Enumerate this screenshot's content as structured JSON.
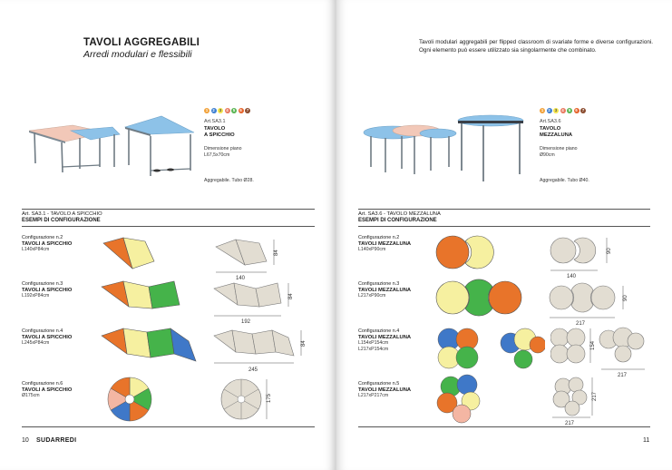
{
  "left": {
    "title": "TAVOLI AGGREGABILI",
    "subtitle": "Arredi modulari e flessibili",
    "product": {
      "art": "Art.SA3.1",
      "name_line1": "TAVOLO",
      "name_line2": "A SPICCHIO",
      "dim_label": "Dimensione piano",
      "dim_value": "L67,5x70cm",
      "note": "Aggregabile. Tubo Ø28."
    },
    "section_art": "Art. SA3.1 - TAVOLO A SPICCHIO",
    "section_title": "ESEMPI DI CONFIGURAZIONE",
    "configs": [
      {
        "label": "Configurazione n.2",
        "name": "TAVOLI A SPICCHIO",
        "dims": "L140xP84cm",
        "dim_w": "140",
        "dim_h": "84"
      },
      {
        "label": "Configurazione n.3",
        "name": "TAVOLI A SPICCHIO",
        "dims": "L192xP84cm",
        "dim_w": "192",
        "dim_h": "84"
      },
      {
        "label": "Configurazione n.4",
        "name": "TAVOLI A SPICCHIO",
        "dims": "L245xP84cm",
        "dim_w": "245",
        "dim_h": "84"
      },
      {
        "label": "Configurazione n.6",
        "name": "TAVOLI A SPICCHIO",
        "dims": "Ø175cm",
        "dim_h": "175"
      }
    ],
    "page_number": "10",
    "brand": "SUDARREDI"
  },
  "right": {
    "intro": "Tavoli modulari aggregabili per flipped classroom di svariate forme e diverse configurazioni. Ogni elemento può essere utilizzato sia singolarmente che combinato.",
    "product": {
      "art": "Art.SA3.6",
      "name_line1": "TAVOLO",
      "name_line2": "MEZZALUNA",
      "dim_label": "Dimensione piano",
      "dim_value": "Ø90cm",
      "note": "Aggregabile. Tubo Ø40."
    },
    "section_art": "Art. SA3.6 - TAVOLO MEZZALUNA",
    "section_title": "ESEMPI DI CONFIGURAZIONE",
    "configs": [
      {
        "label": "Configurazione n.2",
        "name": "TAVOLI MEZZALUNA",
        "dims": "L140xP90cm",
        "dim_w": "140",
        "dim_h": "90"
      },
      {
        "label": "Configurazione n.3",
        "name": "TAVOLI MEZZALUNA",
        "dims": "L217xP90cm",
        "dim_w": "217",
        "dim_h": "90"
      },
      {
        "label": "Configurazione n.4",
        "name": "TAVOLI MEZZALUNA",
        "dims": "L154xP154cm",
        "dims2": "L217xP154cm",
        "dim_w": "217",
        "dim_h": "154"
      },
      {
        "label": "Configurazione n.5",
        "name": "TAVOLI MEZZALUNA",
        "dims": "L217xP217cm",
        "dim_w": "217",
        "dim_h": "217"
      }
    ],
    "page_number": "11"
  },
  "color_dots": [
    "1",
    "2",
    "3",
    "4",
    "5",
    "6",
    "7"
  ],
  "colors": {
    "dot1": "#f2a23a",
    "dot2": "#3d7fd1",
    "dot3": "#f2e34a",
    "dot4": "#e8795f",
    "dot5": "#5ab553",
    "dot6": "#e5632a",
    "dot7": "#8a4b2e",
    "orange": "#e8742a",
    "yellow": "#f6f0a0",
    "green": "#45b34a",
    "blue": "#3f78c8",
    "pink": "#f4b6a3",
    "gray_top": "#e2ddd2",
    "light_blue_top": "#8dc2e8",
    "pink_top": "#f2c8b8"
  }
}
